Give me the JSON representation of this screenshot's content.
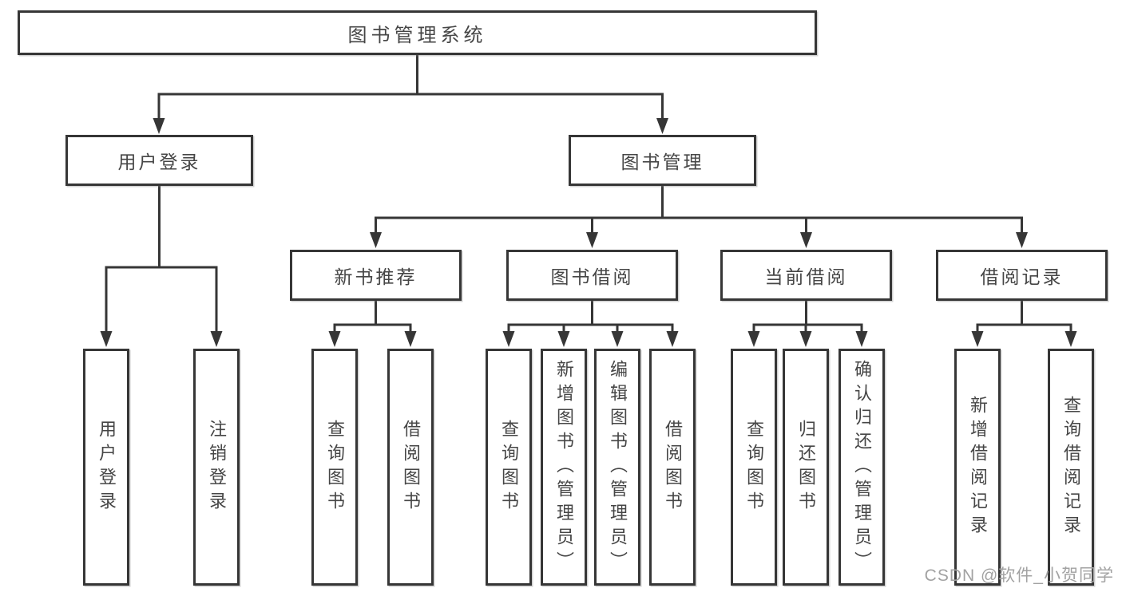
{
  "diagram": {
    "nodes": {
      "root": "图书管理系统",
      "user_login": "用户登录",
      "book_management": "图书管理",
      "new_book_recommend": "新书推荐",
      "book_borrowing": "图书借阅",
      "current_borrowing": "当前借阅",
      "borrowing_records": "借阅记录",
      "leaf_user_login": "用户登录",
      "leaf_logout_login": "注销登录",
      "leaf_query_books_1": "查询图书",
      "leaf_borrow_books_1": "借阅图书",
      "leaf_query_books_2": "查询图书",
      "leaf_add_books_admin": "新增图书（管理员）",
      "leaf_edit_books_admin": "编辑图书（管理员）",
      "leaf_borrow_books_2": "借阅图书",
      "leaf_query_books_3": "查询图书",
      "leaf_return_books": "归还图书",
      "leaf_confirm_return_admin": "确认归还（管理员）",
      "leaf_add_borrow_record": "新增借阅记录",
      "leaf_query_borrow_record": "查询借阅记录"
    },
    "hierarchy": {
      "图书管理系统": {
        "用户登录": [
          "用户登录",
          "注销登录"
        ],
        "图书管理": {
          "新书推荐": [
            "查询图书",
            "借阅图书"
          ],
          "图书借阅": [
            "查询图书",
            "新增图书（管理员）",
            "编辑图书（管理员）",
            "借阅图书"
          ],
          "当前借阅": [
            "查询图书",
            "归还图书",
            "确认归还（管理员）"
          ],
          "借阅记录": [
            "新增借阅记录",
            "查询借阅记录"
          ]
        }
      }
    },
    "colors": {
      "line": "#363636",
      "text": "#464646",
      "background": "#ffffff",
      "watermark": "#a2a2a2"
    }
  },
  "watermark": {
    "text": "CSDN @软件_小贺同学"
  }
}
